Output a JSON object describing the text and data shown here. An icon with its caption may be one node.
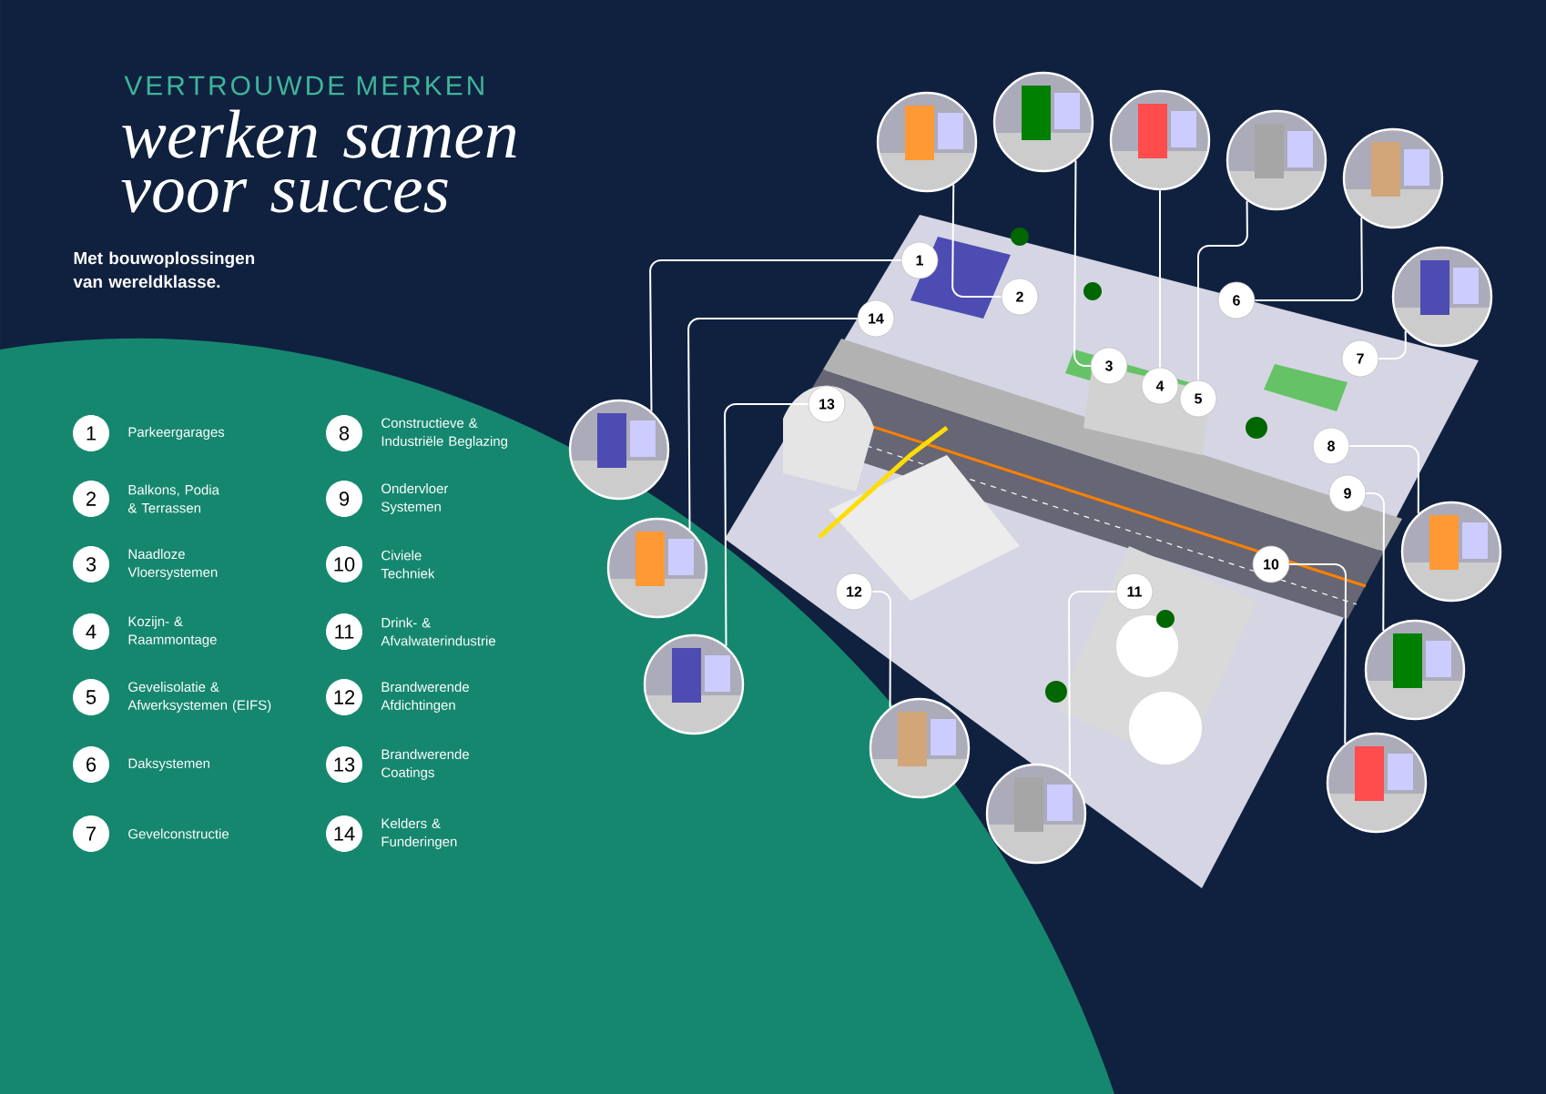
{
  "diagram": {
    "title": "werken samen voor succes",
    "nodes": [
      {
        "text": [
          "1"
        ]
      },
      {
        "text": [
          "2"
        ]
      },
      {
        "text": [
          "3"
        ]
      },
      {
        "text": [
          "4"
        ]
      },
      {
        "text": [
          "5"
        ]
      },
      {
        "text": [
          "6"
        ]
      },
      {
        "text": [
          "7"
        ]
      },
      {
        "text": [
          "8"
        ]
      },
      {
        "text": [
          "9"
        ]
      },
      {
        "text": [
          "10"
        ]
      },
      {
        "text": [
          "11"
        ]
      },
      {
        "text": [
          "12"
        ]
      },
      {
        "text": [
          "13"
        ]
      },
      {
        "text": [
          "14"
        ]
      },
      {
        "text": [],
        "shape": "picture"
      },
      {
        "text": [],
        "shape": "picture"
      },
      {
        "text": [],
        "shape": "picture"
      },
      {
        "text": [],
        "shape": "picture"
      },
      {
        "text": [],
        "shape": "picture"
      },
      {
        "text": [],
        "shape": "picture"
      },
      {
        "text": [],
        "shape": "picture"
      },
      {
        "text": [],
        "shape": "picture"
      },
      {
        "text": [],
        "shape": "picture"
      },
      {
        "text": [],
        "shape": "picture"
      },
      {
        "text": [],
        "shape": "picture"
      },
      {
        "text": [],
        "shape": "picture"
      },
      {
        "text": [],
        "shape": "picture"
      },
      {
        "text": [],
        "shape": "picture"
      }
    ],
    "edges": [
      {
        "from": 0,
        "to": 14,
        "arrow": "none"
      },
      {
        "from": 1,
        "to": 15,
        "arrow": "none"
      },
      {
        "from": 2,
        "to": 16,
        "arrow": "none"
      },
      {
        "from": 3,
        "to": 17,
        "arrow": "none"
      },
      {
        "from": 4,
        "to": 18,
        "arrow": "none"
      },
      {
        "from": 5,
        "to": 19,
        "arrow": "none"
      },
      {
        "from": 6,
        "to": 20,
        "arrow": "none"
      },
      {
        "from": 7,
        "to": 21,
        "arrow": "none"
      },
      {
        "from": 8,
        "to": 22,
        "arrow": "none"
      },
      {
        "from": 9,
        "to": 23,
        "arrow": "none"
      },
      {
        "from": 10,
        "to": 24,
        "arrow": "none"
      },
      {
        "from": 11,
        "to": 25,
        "arrow": "none"
      },
      {
        "from": 12,
        "to": 26,
        "arrow": "none"
      },
      {
        "from": 13,
        "to": 27,
        "arrow": "none"
      }
    ],
    "labels": [
      "VERTROUWDE MERKEN",
      "Met bouwoplossingen van wereldklasse.",
      "1",
      "Parkeergarages",
      "2",
      "Balkons, Podia & Terrassen",
      "3",
      "Naadloze Vloersystemen",
      "4",
      "Kozijn- & Raammontage",
      "5",
      "Gevelisolatie & Afwerksystemen (EIFS)",
      "6",
      "Daksystemen",
      "7",
      "Gevelconstructie",
      "8",
      "Constructieve & Industriële Beglazing",
      "9",
      "Ondervloer Systemen",
      "10",
      "Civiele Techniek",
      "11",
      "Drink- & Afvalwaterindustrie",
      "12",
      "Brandwerende Afdichtingen",
      "13",
      "Brandwerende Coatings",
      "14",
      "Kelders & Funderingen"
    ]
  }
}
